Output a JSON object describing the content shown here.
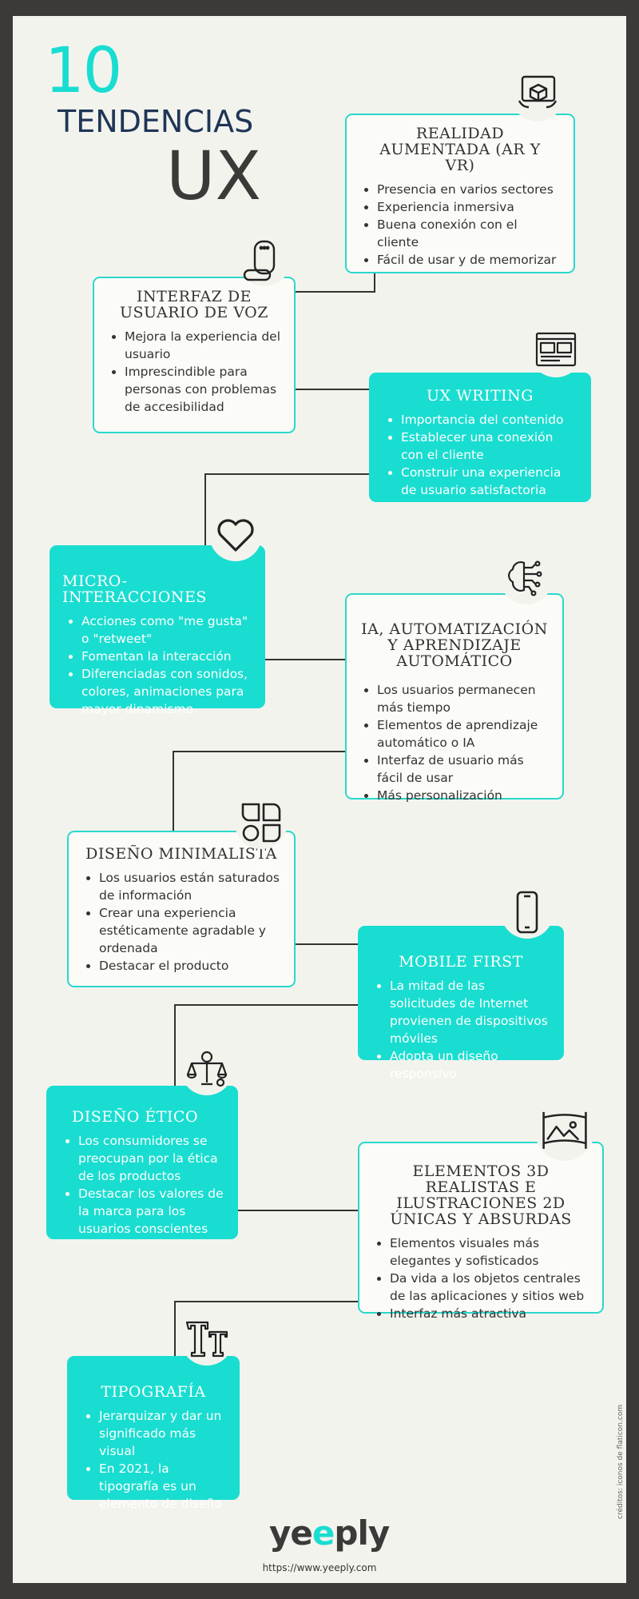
{
  "header": {
    "number": "10",
    "subtitle": "TENDENCIAS",
    "big": "UX"
  },
  "cards": [
    {
      "title": "REALIDAD AUMENTADA (AR Y VR)",
      "icon": "ar-vr-cube-icon",
      "items": [
        "Presencia en varios sectores",
        "Experiencia inmersiva",
        "Buena conexión con el cliente",
        "Fácil de usar y de memorizar"
      ]
    },
    {
      "title": "INTERFAZ DE USUARIO DE VOZ",
      "icon": "smart-speaker-icon",
      "items": [
        "Mejora la experiencia del usuario",
        "Imprescindible para personas con problemas de accesibilidad"
      ]
    },
    {
      "title": "UX WRITING",
      "icon": "web-layout-icon",
      "items": [
        "Importancia del contenido",
        "Establecer una conexión con el cliente",
        "Construir una experiencia de usuario satisfactoria"
      ]
    },
    {
      "title": "MICRO-INTERACCIONES",
      "icon": "heart-icon",
      "items": [
        "Acciones como \"me gusta\" o \"retweet\"",
        "Fomentan la interacción",
        "Diferenciadas con sonidos, colores, animaciones para mayor dinamismo"
      ]
    },
    {
      "title": "IA, AUTOMATIZACIÓN Y APRENDIZAJE AUTOMÁTICO",
      "icon": "ai-brain-icon",
      "items": [
        "Los usuarios permanecen más tiempo",
        "Elementos de aprendizaje automático o IA",
        "Interfaz de usuario más fácil de usar",
        "Más personalización"
      ]
    },
    {
      "title": "DISEÑO MINIMALISTA",
      "icon": "minimal-shapes-icon",
      "items": [
        "Los usuarios están saturados de información",
        "Crear una experiencia estéticamente agradable y ordenada",
        "Destacar el producto"
      ]
    },
    {
      "title": "MOBILE FIRST",
      "icon": "smartphone-icon",
      "items": [
        "La mitad de las solicitudes de Internet provienen de dispositivos móviles",
        "Adopta un diseño responsivo"
      ]
    },
    {
      "title": "DISEÑO ÉTICO",
      "icon": "ethics-scale-icon",
      "items": [
        "Los consumidores se preocupan por la ética de los productos",
        "Destacar los valores de la marca para los usuarios conscientes"
      ]
    },
    {
      "title": "ELEMENTOS 3D REALISTAS E ILUSTRACIONES 2D ÚNICAS Y ABSURDAS",
      "icon": "3d-illustration-icon",
      "items": [
        "Elementos visuales más elegantes y sofisticados",
        "Da vida a los objetos centrales de las aplicaciones y sitios web",
        "Interfaz más atractiva"
      ]
    },
    {
      "title": "TIPOGRAFÍA",
      "icon": "typography-icon",
      "items": [
        "Jerarquizar y dar un significado más visual",
        "En 2021, la tipografía es un elemento de diseño"
      ]
    }
  ],
  "footer": {
    "logo_a": "ye",
    "logo_b": "e",
    "logo_c": "ply",
    "url": "https://www.yeeply.com",
    "credits": "créditos: iconos de flaticon.com"
  },
  "colors": {
    "teal": "#19ddd0",
    "navy": "#1e3556",
    "dark": "#3b3a38",
    "background": "#f3f3ee"
  }
}
